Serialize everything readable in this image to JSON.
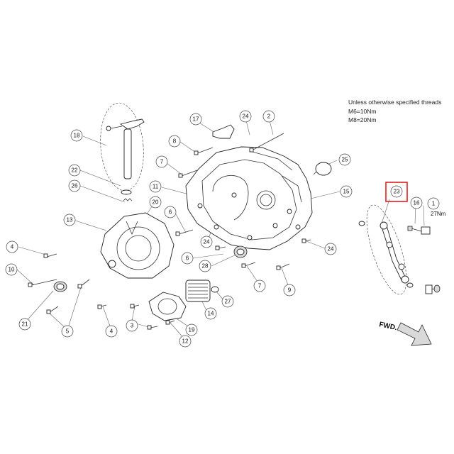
{
  "notes": {
    "line1": "Unless otherwise specified threads",
    "line2": "M6=10Nm",
    "line3": "M8=20Nm"
  },
  "torque_label": "27Nm",
  "fwd_label": "FWD.",
  "highlight_color": "#e02020",
  "highlighted_part": "23",
  "callouts": [
    {
      "id": "18"
    },
    {
      "id": "17"
    },
    {
      "id": "24"
    },
    {
      "id": "2"
    },
    {
      "id": "8"
    },
    {
      "id": "7"
    },
    {
      "id": "25"
    },
    {
      "id": "22"
    },
    {
      "id": "26"
    },
    {
      "id": "11"
    },
    {
      "id": "15"
    },
    {
      "id": "20"
    },
    {
      "id": "13"
    },
    {
      "id": "6"
    },
    {
      "id": "4"
    },
    {
      "id": "24"
    },
    {
      "id": "24"
    },
    {
      "id": "6"
    },
    {
      "id": "10"
    },
    {
      "id": "28"
    },
    {
      "id": "7"
    },
    {
      "id": "9"
    },
    {
      "id": "27"
    },
    {
      "id": "14"
    },
    {
      "id": "21"
    },
    {
      "id": "5"
    },
    {
      "id": "4"
    },
    {
      "id": "3"
    },
    {
      "id": "19"
    },
    {
      "id": "12"
    },
    {
      "id": "23"
    },
    {
      "id": "16"
    },
    {
      "id": "1"
    }
  ]
}
